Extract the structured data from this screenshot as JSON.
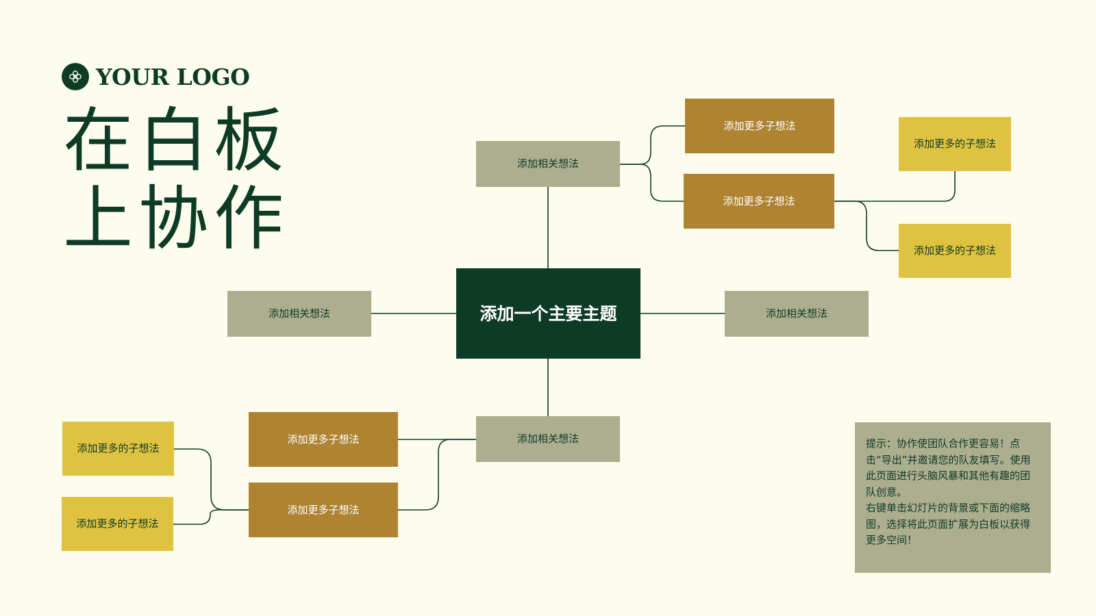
{
  "logo": {
    "text": "YOUR LOGO",
    "icon": "ornament-icon"
  },
  "title": "在白板上协作",
  "mindmap": {
    "main_topic": "添加一个主要主题",
    "related": {
      "top": "添加相关想法",
      "left": "添加相关想法",
      "right": "添加相关想法",
      "bottom": "添加相关想法"
    },
    "sub_ideas": {
      "top_1": "添加更多子想法",
      "top_2": "添加更多子想法",
      "bottom_1": "添加更多子想法",
      "bottom_2": "添加更多子想法"
    },
    "child_ideas": {
      "top_1": "添加更多的子想法",
      "top_2": "添加更多的子想法",
      "bottom_1": "添加更多的子想法",
      "bottom_2": "添加更多的子想法"
    }
  },
  "tip": {
    "paragraph_1": "提示：协作使团队合作更容易！点击“导出”并邀请您的队友填写。使用此页面进行头脑风暴和其他有趣的团队创意。",
    "paragraph_2": "右键单击幻灯片的背景或下面的缩略图，选择将此页面扩展为白板以获得更多空间！"
  },
  "colors": {
    "background": "#FDFDEE",
    "dark_green": "#0E3B26",
    "sage": "#ADAE8F",
    "ochre": "#AE8332",
    "mustard": "#E0C241"
  }
}
